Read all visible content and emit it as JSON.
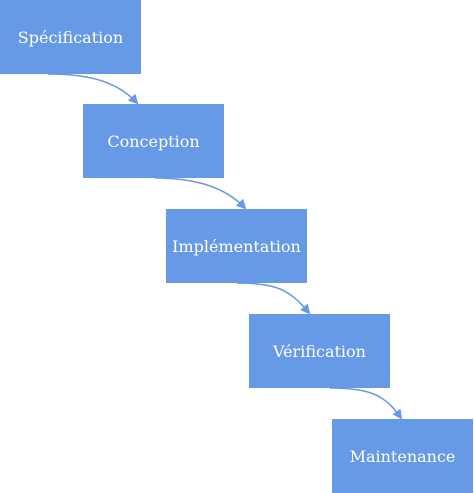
{
  "colors": {
    "box_fill": "#6699e6",
    "text": "#ffffff",
    "arrow": "#6699e6",
    "background": "#ffffff"
  },
  "steps": [
    {
      "label": "Spécification"
    },
    {
      "label": "Conception"
    },
    {
      "label": "Implémentation"
    },
    {
      "label": "Vérification"
    },
    {
      "label": "Maintenance"
    }
  ]
}
